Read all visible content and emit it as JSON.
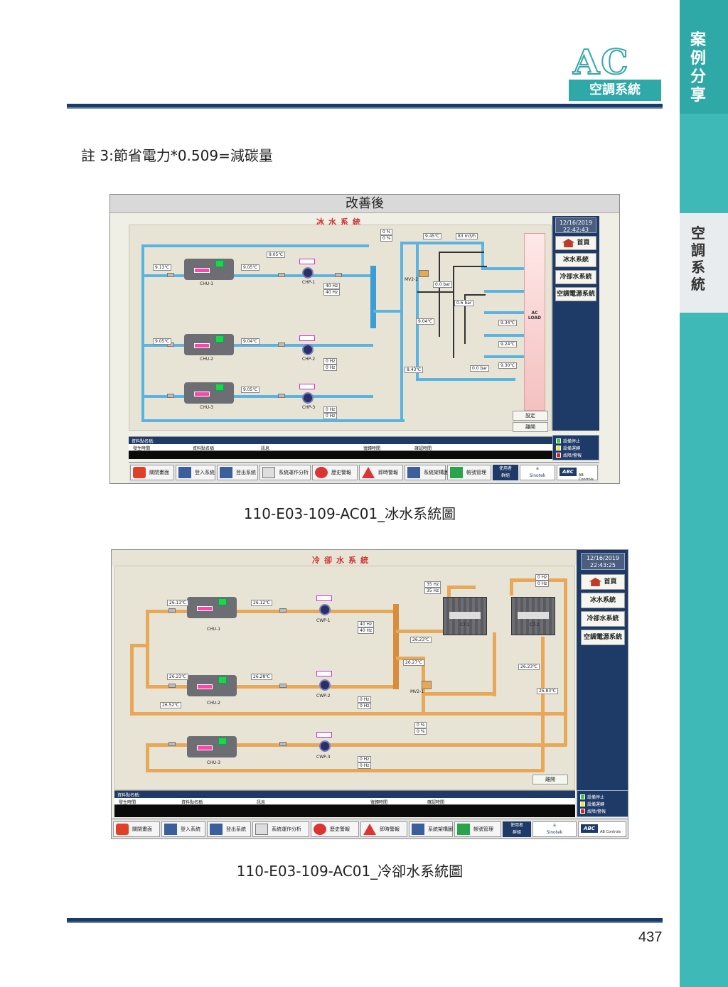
{
  "header": {
    "logo_text": "AC",
    "logo_subtitle": "空調系統",
    "side_tab_top": "案例分享",
    "side_tab_mid": "空調系統"
  },
  "note": "註 3:節省電力*0.509=減碳量",
  "screen1": {
    "title": "改善後",
    "system_title": "冰水系統",
    "clock_date": "12/16/2019",
    "clock_time": "22:42:43",
    "nav": [
      "首頁",
      "冰水系統",
      "冷卻水系統",
      "空調電源系統"
    ],
    "chillers": [
      "CHU-1",
      "CHU-2",
      "CHU-3"
    ],
    "pumps": [
      "CHP-1",
      "CHP-2",
      "CHP-3"
    ],
    "valve_label": "MV2-2",
    "freq_boxes": [
      [
        "40 Hz",
        "40 Hz"
      ],
      [
        "0 Hz",
        "0 Hz"
      ],
      [
        "0 Hz",
        "0 Hz"
      ]
    ],
    "pct_boxes": [
      "0 %",
      "0 %"
    ],
    "temps": {
      "chu1_in": "9.13℃",
      "chu1_out": "9.05℃",
      "top_mid": "9.05℃",
      "chu2_in": "9.05℃",
      "chu2_out": "9.04℃",
      "chu3_out": "9.05℃",
      "main_top": "9.45℃",
      "flow": "83 m3/h",
      "return_mid": "9.04℃",
      "return_low": "8.43℃",
      "load1": "9.34℃",
      "load2": "9.24℃",
      "load3": "9.30℃"
    },
    "pressures": [
      "0.0 bar",
      "0.6 bar",
      "0.0 bar"
    ],
    "ac_load": "AC LOAD",
    "buttons": [
      "設定",
      "離開"
    ],
    "alarm": {
      "header": "資料點名稱:",
      "cols": [
        "發生時間",
        "資料點名稱",
        "訊息",
        "復歸時間",
        "確認時間"
      ]
    },
    "legend": [
      "設備停止",
      "設備運轉",
      "故障/警報"
    ],
    "toolbar": [
      "關閉畫面",
      "登入系統",
      "登出系統",
      "系統運作分析",
      "歷史警報",
      "即時警報",
      "系統架構圖",
      "帳號管理"
    ],
    "toolbar_dark": [
      "使用者",
      "群組"
    ],
    "toolbar_white": [
      "a",
      "Sinotek"
    ],
    "logo_mark": "ABC",
    "logo_text": "AB Controls"
  },
  "caption1": "110-E03-109-AC01_冰水系統圖",
  "screen2": {
    "system_title": "冷卻水系統",
    "clock_date": "12/16/2019",
    "clock_time": "22:43:25",
    "nav": [
      "首頁",
      "冰水系統",
      "冷卻水系統",
      "空調電源系統"
    ],
    "chillers": [
      "CHU-1",
      "CHU-2",
      "CHU-3"
    ],
    "pumps": [
      "CWP-1",
      "CWP-2",
      "CWP-3"
    ],
    "towers": [
      "CT-1",
      "CT-2"
    ],
    "valve_label": "MV2-1",
    "freq_boxes": [
      [
        "40 Hz",
        "40 Hz"
      ],
      [
        "0 Hz",
        "0 Hz"
      ],
      [
        "0 Hz",
        "0 Hz"
      ],
      [
        "35 Hz",
        "35 Hz"
      ],
      [
        "0 Hz",
        "0 Hz"
      ]
    ],
    "pct_boxes": [
      "0 %",
      "0 %"
    ],
    "temps": {
      "chu1_in": "26.13℃",
      "chu1_out": "26.12℃",
      "chu2_in": "26.23℃",
      "chu2_out": "26.28℃",
      "chu2_ret": "26.52℃",
      "ct_in": "26.23℃",
      "bypass": "26.27℃",
      "ct2_in": "26.23℃",
      "ct2_out": "26.83℃"
    },
    "buttons": [
      "離開"
    ],
    "alarm": {
      "header": "資料點名稱:",
      "cols": [
        "發生時間",
        "資料點名稱",
        "訊息",
        "復歸時間",
        "確認時間"
      ]
    },
    "legend": [
      "設備停止",
      "設備運轉",
      "故障/警報"
    ],
    "toolbar": [
      "關閉畫面",
      "登入系統",
      "登出系統",
      "系統運作分析",
      "歷史警報",
      "即時警報",
      "系統架構圖",
      "帳號管理"
    ],
    "toolbar_dark": [
      "使用者",
      "群組"
    ],
    "toolbar_white": [
      "a",
      "Sinotek"
    ],
    "logo_mark": "ABC",
    "logo_text": "AB Controls"
  },
  "caption2": "110-E03-109-AC01_冷卻水系統圖",
  "page_number": "437",
  "colors": {
    "accent": "#3fb8b8",
    "rule": "#173b6a",
    "chilled_pipe": "#5cb3e0",
    "cooling_pipe": "#e8a85a",
    "panel_navy": "#1e3a66"
  }
}
